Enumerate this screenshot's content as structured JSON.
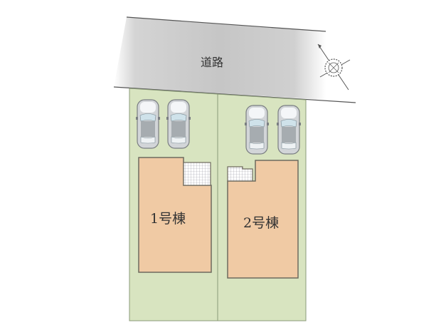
{
  "road": {
    "label": "道路",
    "color": "#c8c8c8"
  },
  "lots": [
    {
      "id": "lot-1",
      "building_label": "1号棟",
      "parking_spaces": 2
    },
    {
      "id": "lot-2",
      "building_label": "2号棟",
      "parking_spaces": 2
    }
  ],
  "compass": {
    "icon": "north-arrow-compass-icon"
  },
  "colors": {
    "lot_fill": "#d8e4c0",
    "lot_border": "#8a9a78",
    "building_fill": "#f0caa4",
    "building_border": "#6e6a5e",
    "deck_fill": "#ffffff",
    "car_body": "#c8ccd0"
  }
}
